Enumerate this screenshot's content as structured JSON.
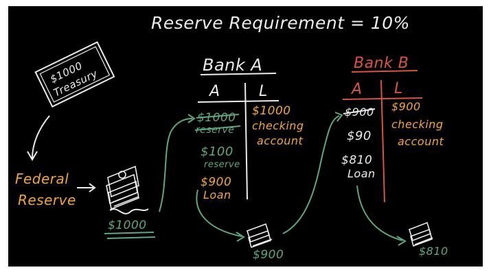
{
  "title": "Reserve Requirement = 10%",
  "treasury": {
    "amount": "$1000",
    "label": "Treasury"
  },
  "federal_reserve": {
    "line1": "Federal",
    "line2": "Reserve"
  },
  "fed_cash_amount": "$1000",
  "bank_a": {
    "name": "Bank A",
    "assets_header": "A",
    "liabilities_header": "L",
    "reserve_old_value": "$1000",
    "reserve_old_label": "reserve",
    "reserve_new_value": "$100",
    "reserve_new_label": "reserve",
    "loan_value": "$900",
    "loan_label": "Loan",
    "checking_value": "$1000",
    "checking_line1": "checking",
    "checking_line2": "account"
  },
  "cash_a_amount": "$900",
  "bank_b": {
    "name": "Bank B",
    "assets_header": "A",
    "liabilities_header": "L",
    "reserve_old_value": "$900",
    "reserve_new_value": "$90",
    "loan_value": "$810",
    "loan_label": "Loan",
    "checking_value": "$900",
    "checking_line1": "checking",
    "checking_line2": "account"
  },
  "cash_b_amount": "$810",
  "colors": {
    "chalk_white": "#ececec",
    "orange": "#f4a53c",
    "green": "#5fa97e",
    "red": "#d9553d",
    "background": "#000000"
  }
}
